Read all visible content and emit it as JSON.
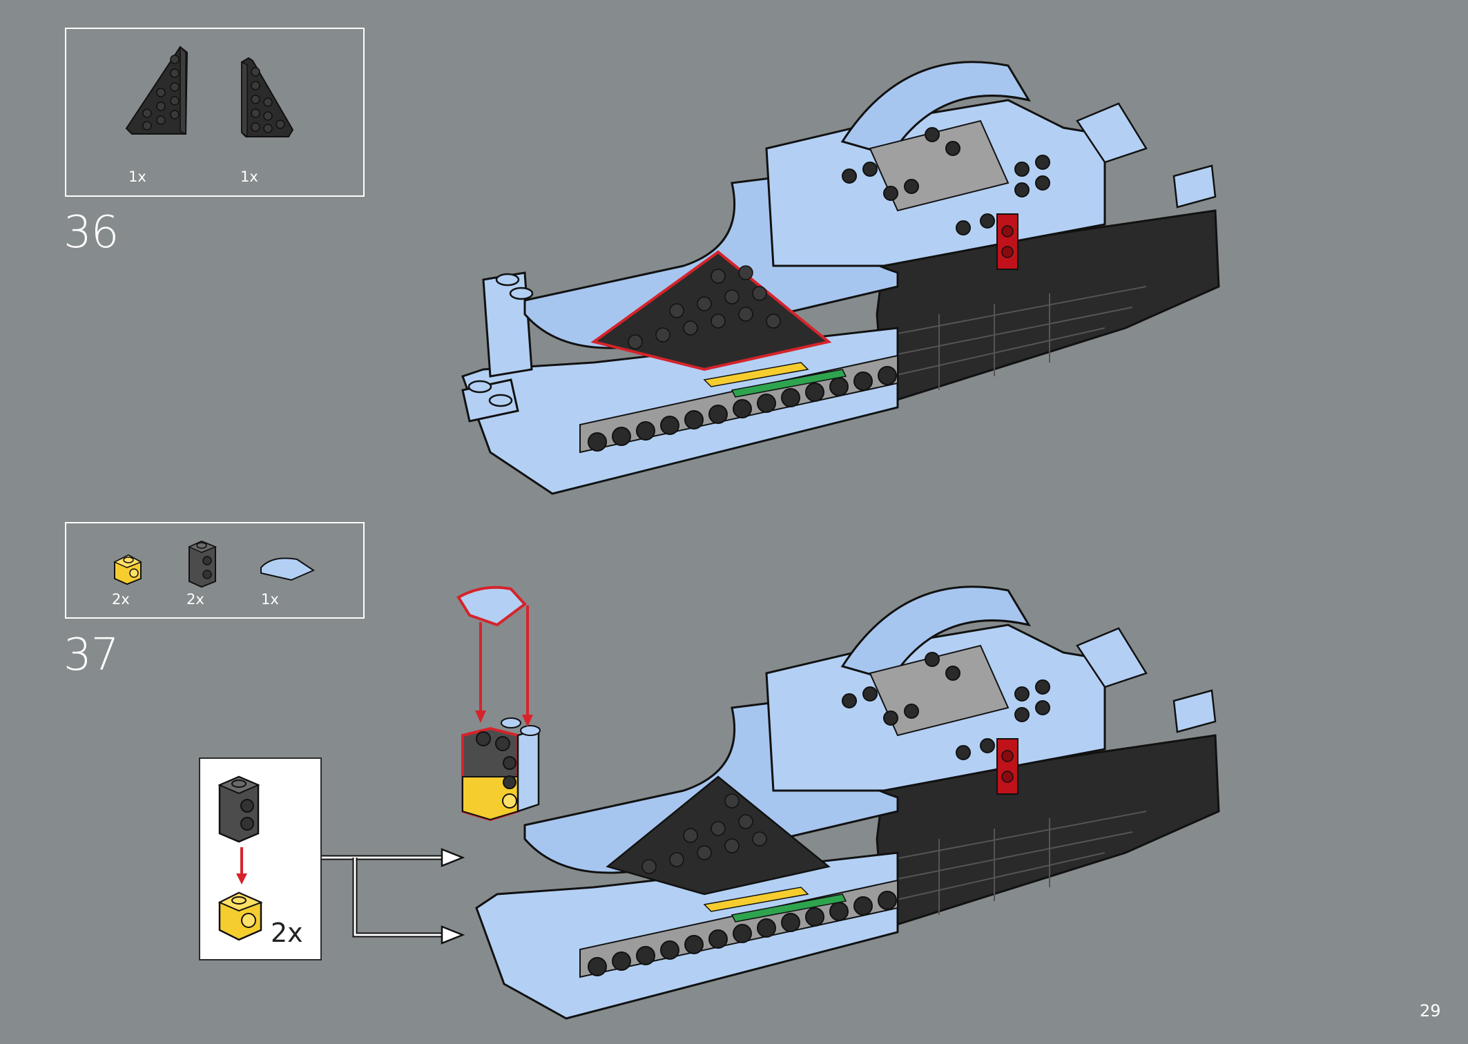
{
  "steps": [
    {
      "number": "36",
      "parts": [
        {
          "name": "wedge-plate-left",
          "qty": "1x",
          "color": "#2b2b2b"
        },
        {
          "name": "wedge-plate-right",
          "qty": "1x",
          "color": "#2b2b2b"
        }
      ]
    },
    {
      "number": "37",
      "parts": [
        {
          "name": "brick-1x1-side-stud",
          "qty": "2x",
          "color": "#f5cd2f"
        },
        {
          "name": "brick-1x2-side-studs",
          "qty": "2x",
          "color": "#4c4c4c"
        },
        {
          "name": "curved-slope-2x2",
          "qty": "1x",
          "color": "#a9c8f0"
        }
      ],
      "sub_assembly": {
        "qty": "2x"
      }
    }
  ],
  "colors": {
    "background": "#868c8d",
    "light_blue": "#b3d0f4",
    "black": "#2a2a2a",
    "dark_grey": "#555555",
    "yellow": "#f5cd2f",
    "red_outline": "#d6232b",
    "green": "#2ea44f",
    "red_part": "#c0121a"
  },
  "page": {
    "number": "29"
  }
}
